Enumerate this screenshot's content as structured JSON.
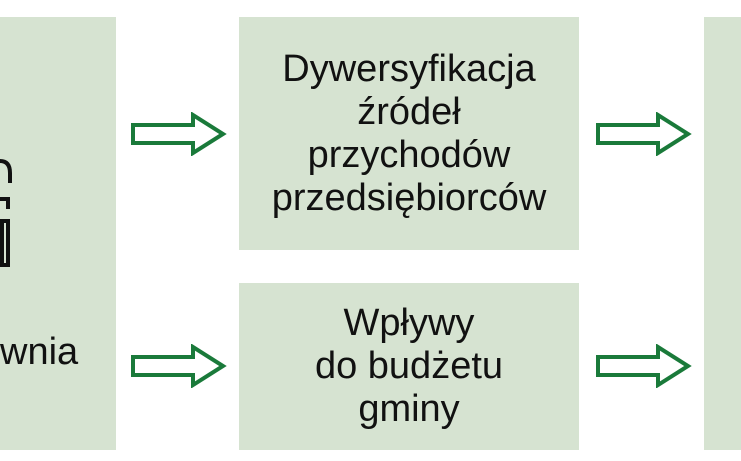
{
  "boxes": {
    "left_partial": {
      "text": "wnia"
    },
    "top": {
      "text": "Dywersyfikacja\nźródeł\nprzychodów\nprzedsiębiorców"
    },
    "bottom": {
      "text": "Wpływy\ndo budżetu\ngminy"
    },
    "right_partial": {
      "text": ""
    }
  },
  "colors": {
    "box_fill": "#d6e3d1",
    "arrow_stroke": "#1a7a3a",
    "text": "#111111"
  },
  "icons": {
    "arrow": "outline-right-arrow"
  }
}
